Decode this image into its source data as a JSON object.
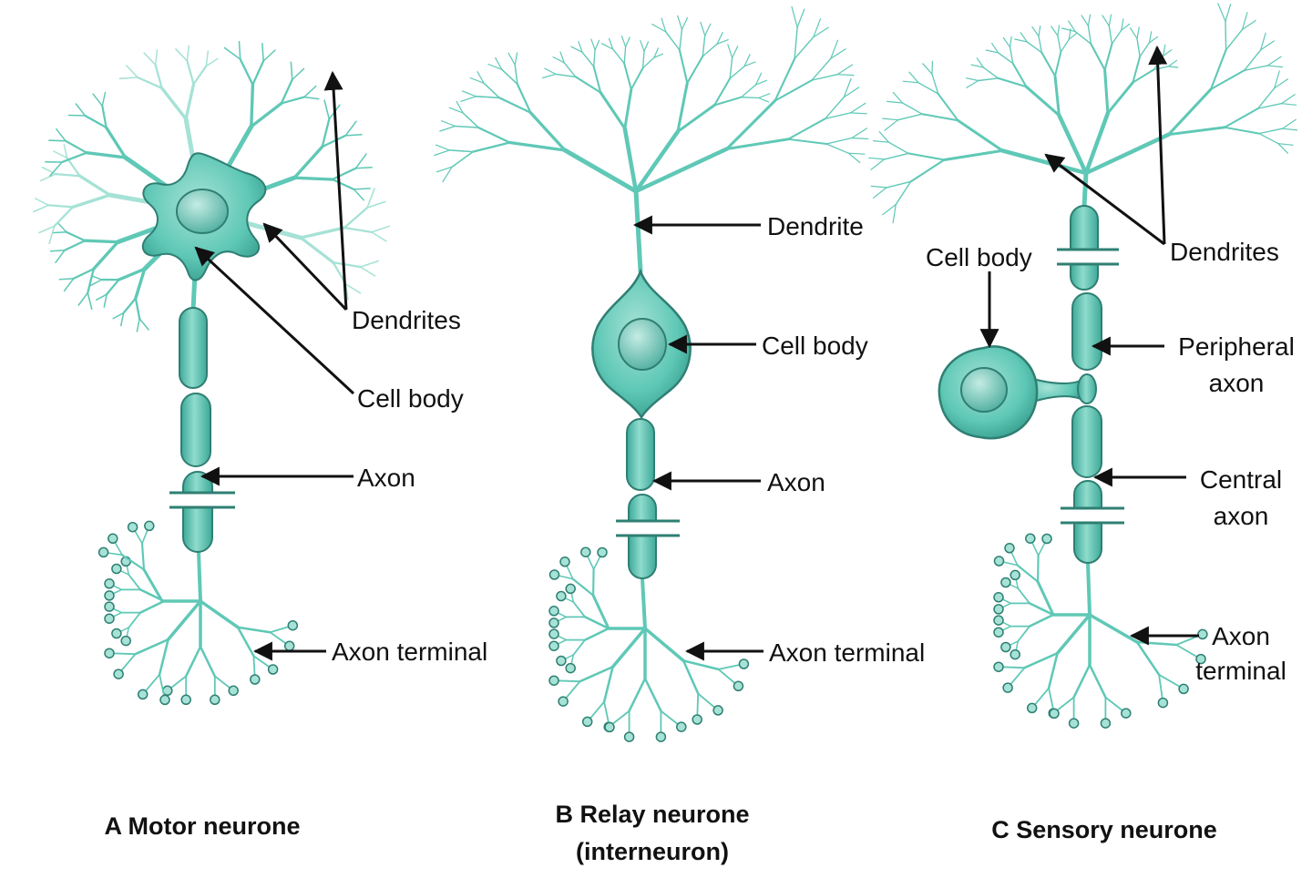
{
  "colors": {
    "fill": "#5fc8b6",
    "light_fill": "#a6e2d6",
    "dark_fill": "#2f9586",
    "outline": "#2f7f73",
    "arrow": "#111111"
  },
  "neurons": [
    {
      "caption": [
        "A Motor neurone"
      ],
      "labels": {
        "dendrites": "Dendrites",
        "cell_body": "Cell body",
        "axon": "Axon",
        "axon_terminal": "Axon terminal"
      }
    },
    {
      "caption": [
        "B Relay neurone",
        "(interneuron)"
      ],
      "labels": {
        "dendrite": "Dendrite",
        "cell_body": "Cell body",
        "axon": "Axon",
        "axon_terminal": "Axon terminal"
      }
    },
    {
      "caption": [
        "C Sensory neurone"
      ],
      "labels": {
        "cell_body": "Cell body",
        "dendrites": "Dendrites",
        "peripheral_axon": [
          "Peripheral",
          "axon"
        ],
        "central_axon": [
          "Central",
          "axon"
        ],
        "axon_terminal": [
          "Axon",
          "terminal"
        ]
      }
    }
  ]
}
